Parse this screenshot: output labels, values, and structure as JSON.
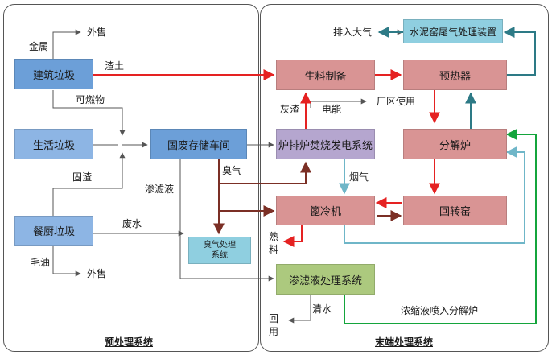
{
  "panels": {
    "left_title": "预处理系统",
    "right_title": "末端处理系统"
  },
  "boxes": {
    "construction_waste": "建筑垃圾",
    "domestic_waste": "生活垃圾",
    "kitchen_waste": "餐厨垃圾",
    "solid_storage": "固废存储车间",
    "odor_treatment": "臭气处理\n系统",
    "raw_material_prep": "生料制备",
    "preheater": "预热器",
    "kiln_tail_gas": "水泥窑尾气处理装置",
    "grate_incinerator": "炉排炉焚烧发电系统",
    "calciner": "分解炉",
    "grate_cooler": "篦冷机",
    "rotary_kiln": "回转窑",
    "leachate_treatment": "渗滤液处理系统"
  },
  "labels": {
    "metal": "金属",
    "sold_top": "外售",
    "slag_soil": "渣土",
    "combustibles": "可燃物",
    "solid_residue": "固渣",
    "waste_water": "废水",
    "grease": "毛油",
    "sold_bottom": "外售",
    "leachate": "渗滤液",
    "odor": "臭气",
    "ash_slag": "灰渣",
    "electricity": "电能",
    "plant_use": "厂区使用",
    "flue_gas": "烟气",
    "emit_atmosphere": "排入大气",
    "clinker_1": "熟",
    "clinker_2": "料",
    "clean_water": "清水",
    "reuse_1": "回",
    "reuse_2": "用",
    "concentrate_injection": "浓缩液喷入分解炉"
  },
  "colors": {
    "slag_line": "#e52222",
    "odor_line": "#7b2f25",
    "cyan_line": "#6fb6c8",
    "teal_line": "#2d7a86",
    "green_line": "#14a53c",
    "gray_line": "#555555",
    "blue_box": "#6c9fd8",
    "light_blue_box": "#8db5e4",
    "pink_box": "#d99494",
    "purple_box": "#b5a6cf",
    "cyan_box": "#8fcfe0",
    "green_box": "#acc97e"
  }
}
